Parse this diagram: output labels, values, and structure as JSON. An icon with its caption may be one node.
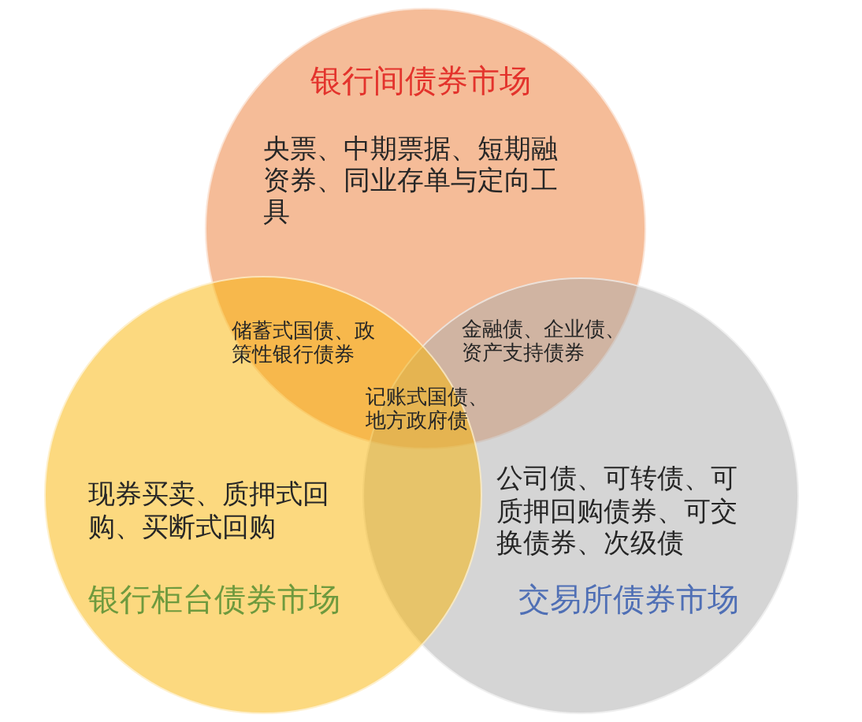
{
  "diagram": {
    "nodes": [
      {
        "text": [
          "银行间债券市场",
          "央票、中期票据、短期融资券、同业存单与定向工具"
        ]
      },
      {
        "text": [
          "现券买卖、质押式回购、买断式回购",
          "银行柜台债券市场"
        ]
      },
      {
        "text": [
          "公司债、可转债、可质押回购债券、可交换债券、次级债",
          "交易所债券市场"
        ]
      }
    ],
    "labels": [
      "储蓄式国债、政策性银行债券",
      "金融债、企业债、资产支持债券",
      "记账式国债、地方政府债"
    ]
  }
}
